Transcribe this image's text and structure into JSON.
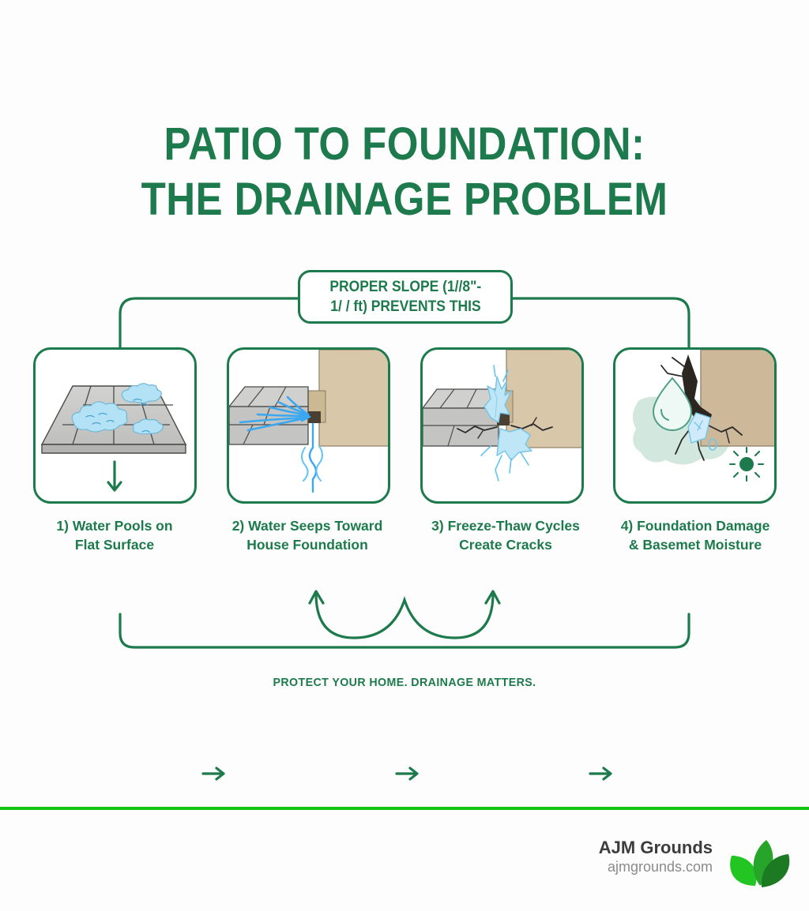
{
  "colors": {
    "brand_green": "#1d7a4c",
    "accent_green": "#16c414",
    "wall_tan": "#d9c7aa",
    "paver_gray": "#c9c9c7",
    "water_blue": "#3aa8f0",
    "ice_blue": "#bfe6f7",
    "mold_green": "#9cc9b4",
    "text_dark": "#3c3c3c",
    "text_muted": "#8a8a8a"
  },
  "header": {
    "title_line_1": "PATIO TO FOUNDATION:",
    "title_line_2": "THE DRAINAGE PROBLEM"
  },
  "slope_banner": {
    "line_1": "PROPER SLOPE (1//8\"-",
    "line_2": "1/ / ft) PREVENTS THIS"
  },
  "steps": [
    {
      "index": "1",
      "caption_line_1": "1) Water Pools on",
      "caption_line_2": "Flat Surface",
      "illustration": "patio-puddles-icon"
    },
    {
      "index": "2",
      "caption_line_1": "2) Water Seeps Toward",
      "caption_line_2": "House Foundation",
      "illustration": "water-seep-foundation-icon"
    },
    {
      "index": "3",
      "caption_line_1": "3) Freeze-Thaw Cycles",
      "caption_line_2": "Create Cracks",
      "illustration": "ice-crack-icon"
    },
    {
      "index": "4",
      "caption_line_1": "4) Foundation Damage",
      "caption_line_2": "& Basemet Moisture",
      "illustration": "droplet-mold-damage-icon"
    }
  ],
  "arrows": {
    "step_arrow_glyph": "right-arrow-icon",
    "down_arrow_glyph": "down-arrow-icon",
    "cycle_glyph": "freeze-thaw-cycle-arrow-icon"
  },
  "tagline": "PROTECT YOUR HOME. DRAINAGE MATTERS.",
  "footer": {
    "brand_name": "AJM Grounds",
    "brand_url": "ajmgrounds.com",
    "logo": "three-leaf-logo-icon"
  }
}
